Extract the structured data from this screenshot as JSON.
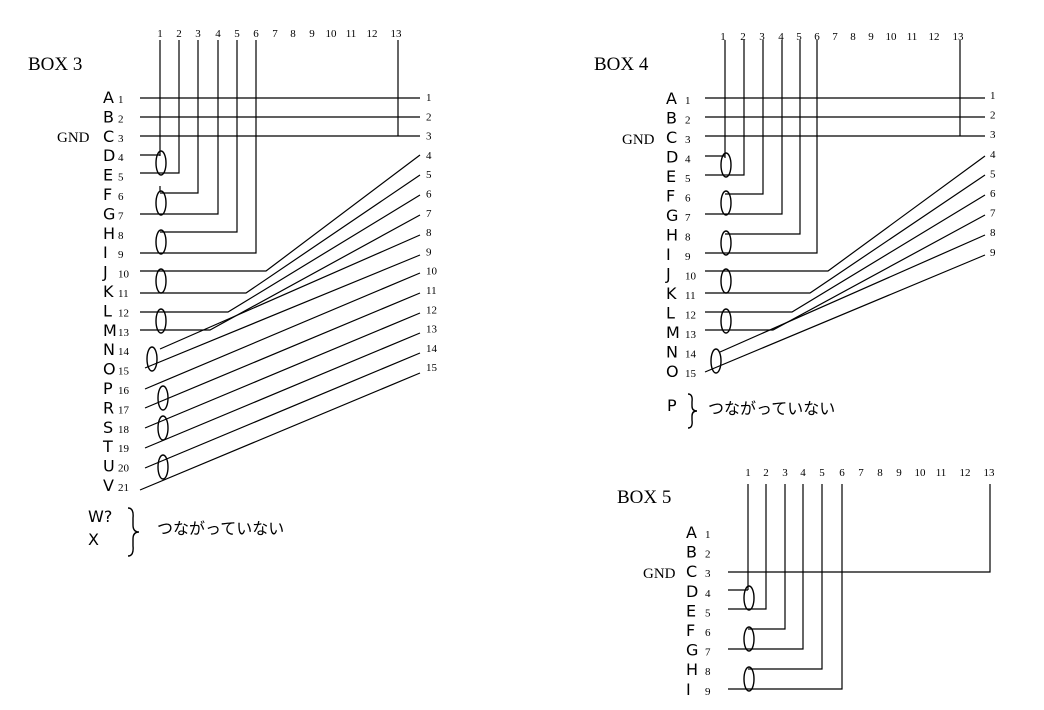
{
  "boxes": [
    {
      "title": "BOX 3",
      "top_labels": [
        "1",
        "2",
        "3",
        "4",
        "5",
        "6",
        "7",
        "8",
        "9",
        "10",
        "11",
        "12",
        "13"
      ],
      "gnd_label": "GND",
      "rows": [
        {
          "letter": "A",
          "num": "1"
        },
        {
          "letter": "B",
          "num": "2"
        },
        {
          "letter": "C",
          "num": "3"
        },
        {
          "letter": "D",
          "num": "4"
        },
        {
          "letter": "E",
          "num": "5"
        },
        {
          "letter": "F",
          "num": "6"
        },
        {
          "letter": "G",
          "num": "7"
        },
        {
          "letter": "H",
          "num": "8"
        },
        {
          "letter": "I",
          "num": "9"
        },
        {
          "letter": "J",
          "num": "10"
        },
        {
          "letter": "K",
          "num": "11"
        },
        {
          "letter": "L",
          "num": "12"
        },
        {
          "letter": "M",
          "num": "13"
        },
        {
          "letter": "N",
          "num": "14"
        },
        {
          "letter": "O",
          "num": "15"
        },
        {
          "letter": "P",
          "num": "16"
        },
        {
          "letter": "R",
          "num": "17"
        },
        {
          "letter": "S",
          "num": "18"
        },
        {
          "letter": "T",
          "num": "19"
        },
        {
          "letter": "U",
          "num": "20"
        },
        {
          "letter": "V",
          "num": "21"
        }
      ],
      "right_labels": [
        "1",
        "2",
        "3",
        "4",
        "5",
        "6",
        "7",
        "8",
        "9",
        "10",
        "11",
        "12",
        "13",
        "14",
        "15"
      ],
      "unconnected": [
        "W?",
        "X"
      ],
      "note": "つながっていない"
    },
    {
      "title": "BOX 4",
      "top_labels": [
        "1",
        "2",
        "3",
        "4",
        "5",
        "6",
        "7",
        "8",
        "9",
        "10",
        "11",
        "12",
        "13"
      ],
      "gnd_label": "GND",
      "rows": [
        {
          "letter": "A",
          "num": "1"
        },
        {
          "letter": "B",
          "num": "2"
        },
        {
          "letter": "C",
          "num": "3"
        },
        {
          "letter": "D",
          "num": "4"
        },
        {
          "letter": "E",
          "num": "5"
        },
        {
          "letter": "F",
          "num": "6"
        },
        {
          "letter": "G",
          "num": "7"
        },
        {
          "letter": "H",
          "num": "8"
        },
        {
          "letter": "I",
          "num": "9"
        },
        {
          "letter": "J",
          "num": "10"
        },
        {
          "letter": "K",
          "num": "11"
        },
        {
          "letter": "L",
          "num": "12"
        },
        {
          "letter": "M",
          "num": "13"
        },
        {
          "letter": "N",
          "num": "14"
        },
        {
          "letter": "O",
          "num": "15"
        }
      ],
      "right_labels": [
        "1",
        "2",
        "3",
        "4",
        "5",
        "6",
        "7",
        "8",
        "9"
      ],
      "unconnected": [
        "P"
      ],
      "note": "つながっていない"
    },
    {
      "title": "BOX 5",
      "top_labels": [
        "1",
        "2",
        "3",
        "4",
        "5",
        "6",
        "7",
        "8",
        "9",
        "10",
        "11",
        "12",
        "13"
      ],
      "gnd_label": "GND",
      "rows": [
        {
          "letter": "A",
          "num": "1"
        },
        {
          "letter": "B",
          "num": "2"
        },
        {
          "letter": "C",
          "num": "3"
        },
        {
          "letter": "D",
          "num": "4"
        },
        {
          "letter": "E",
          "num": "5"
        },
        {
          "letter": "F",
          "num": "6"
        },
        {
          "letter": "G",
          "num": "7"
        },
        {
          "letter": "H",
          "num": "8"
        },
        {
          "letter": "I",
          "num": "9"
        }
      ],
      "right_labels": [],
      "unconnected": [],
      "note": ""
    }
  ]
}
